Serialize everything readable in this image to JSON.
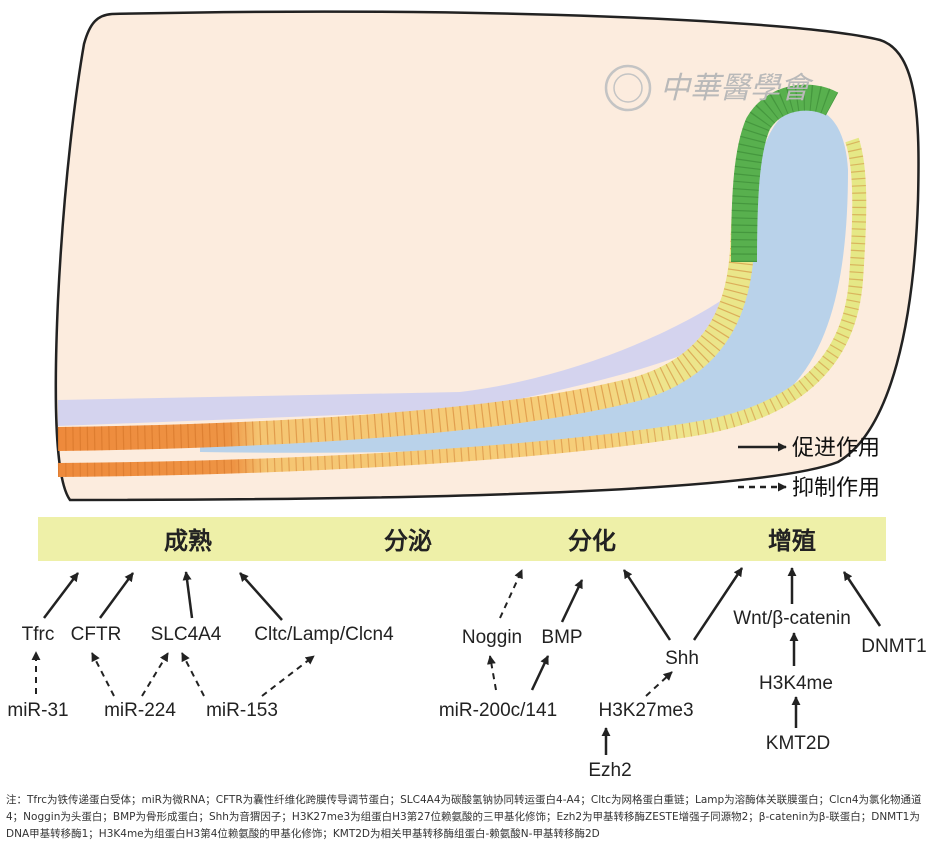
{
  "watermark": "中華醫學會",
  "legend": {
    "promote": "促进作用",
    "inhibit": "抑制作用"
  },
  "stages": [
    "成熟",
    "分泌",
    "分化",
    "增殖"
  ],
  "factors": {
    "tfrc": "Tfrc",
    "cftr": "CFTR",
    "slc4a4": "SLC4A4",
    "cltc": "Cltc/Lamp/Clcn4",
    "mir31": "miR-31",
    "mir224": "miR-224",
    "mir153": "miR-153",
    "noggin": "Noggin",
    "bmp": "BMP",
    "mir200": "miR-200c/141",
    "shh": "Shh",
    "h3k27": "H3K27me3",
    "ezh2": "Ezh2",
    "wnt": "Wnt/β-catenin",
    "h3k4": "H3K4me",
    "kmt2d": "KMT2D",
    "dnmt1": "DNMT1"
  },
  "notes": "注：Tfrc为铁传递蛋白受体；miR为微RNA；CFTR为囊性纤维化跨膜传导调节蛋白；SLC4A4为碳酸氢钠协同转运蛋白4-A4；Cltc为网格蛋白重链；Lamp为溶酶体关联膜蛋白；Clcn4为氯化物通道4；Noggin为头蛋白；BMP为骨形成蛋白；Shh为音猬因子；H3K27me3为组蛋白H3第27位赖氨酸的三甲基化修饰；Ezh2为甲基转移酶ZESTE增强子同源物2；β-catenin为β-联蛋白；DNMT1为DNA甲基转移酶1；H3K4me为组蛋白H3第4位赖氨酸的甲基化修饰；KMT2D为相关甲基转移酶组蛋白-赖氨酸N-甲基转移酶2D",
  "colors": {
    "tooth_fill": "#fcecde",
    "epithelium_blue": "#b9d2ea",
    "lavender": "#cfd0ef",
    "stage_bar": "#eef0a8",
    "maturation": "#ee8a3c",
    "secretion": "#f5c572",
    "transition": "#e9e78a",
    "proliferation": "#58b04e"
  }
}
